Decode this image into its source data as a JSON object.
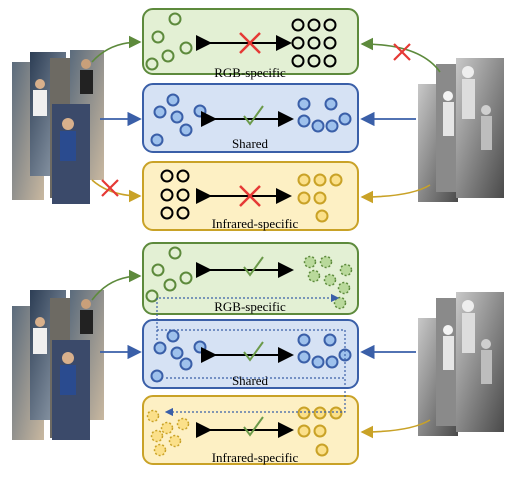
{
  "top_panel": {
    "rgb_label": "RGB-specific",
    "shared_label": "Shared",
    "ir_label": "Infrared-specific"
  },
  "bottom_panel": {
    "rgb_label": "RGB-specific",
    "shared_label": "Shared",
    "ir_label": "Infrared-specific"
  },
  "colors": {
    "rgb_fill": "#e3f0d4",
    "rgb_stroke": "#5d8a3c",
    "shared_fill": "#d6e2f4",
    "shared_stroke": "#3a5fa8",
    "ir_fill": "#fdf0c4",
    "ir_stroke": "#c9a227",
    "mismatch": "#e53935",
    "match": "#6b9a4a"
  },
  "icons": [
    "cross-icon",
    "check-icon",
    "person-photo-rgb",
    "person-photo-infrared"
  ]
}
